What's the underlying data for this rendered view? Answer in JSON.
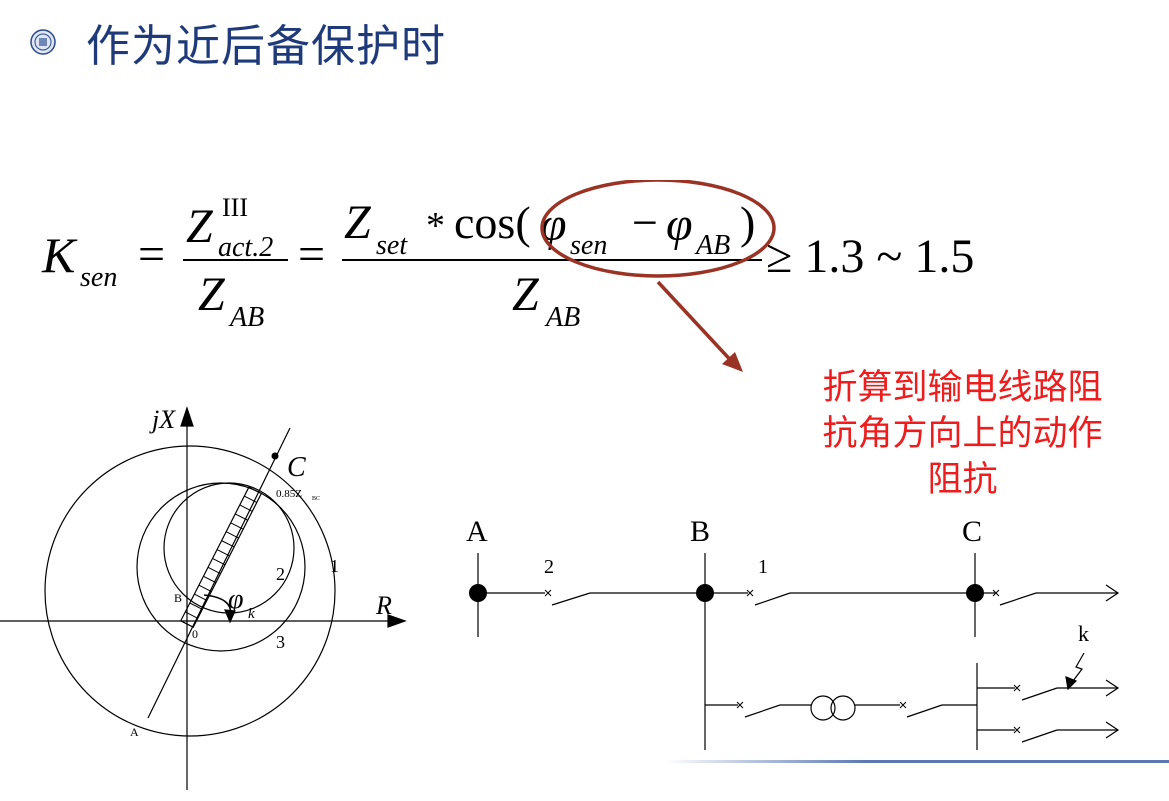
{
  "slide": {
    "title": "作为近后备保护时",
    "note_lines": [
      "折算到输电线路阻",
      "抗角方向上的动作",
      "阻抗"
    ]
  },
  "formula": {
    "lhs_symbol": "K",
    "lhs_sub": "sen",
    "eq1": "=",
    "num1_symbol": "Z",
    "num1_sup": "III",
    "num1_sub": "act.2",
    "den_symbol": "Z",
    "den_sub": "AB",
    "eq2": "=",
    "num2_symbol": "Z",
    "num2_sub": "set",
    "num2_times": "*",
    "num2_cos": "cos(",
    "phi1": "φ",
    "phi1_sub": "sen",
    "minus": "−",
    "phi2": "φ",
    "phi2_sub": "AB",
    "close_paren": ")",
    "range": "≥ 1.3 ~ 1.5"
  },
  "impedance_plane": {
    "y_axis_label": "jX",
    "x_axis_label": "R",
    "point_c_label": "C",
    "reach_label": "0.85Z",
    "reach_sub": "BC",
    "circle1_label": "1",
    "circle2_label": "2",
    "circle3_label": "3",
    "point_b_label": "B",
    "origin_label": "0",
    "point_a_label": "A",
    "angle_symbol": "φ",
    "angle_sub": "k"
  },
  "network": {
    "bus_a_label": "A",
    "bus_b_label": "B",
    "bus_c_label": "C",
    "breaker_2_label": "2",
    "breaker_1_label": "1",
    "fault_label": "k"
  },
  "colors": {
    "title": "#1f3a7a",
    "note_text": "#ee1c1c",
    "highlight_ellipse": "#9a3324",
    "rule": "#5a78b4"
  }
}
